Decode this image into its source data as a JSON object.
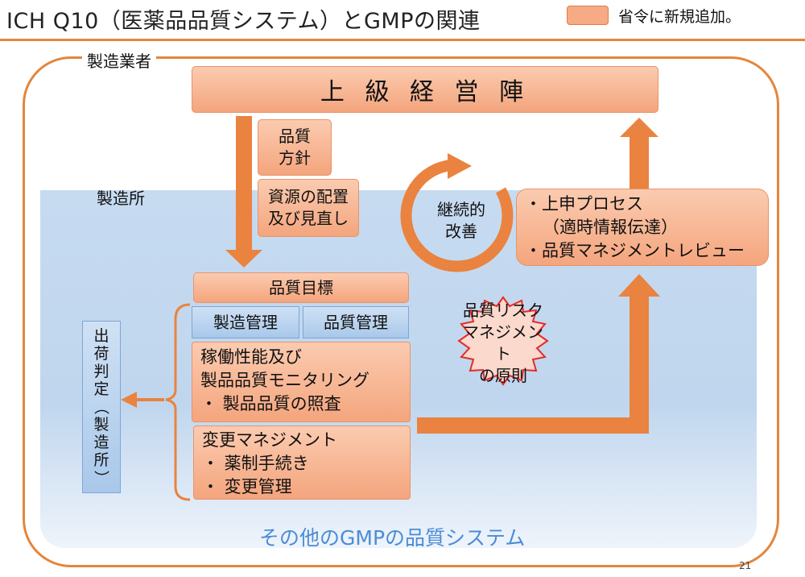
{
  "title": "ICH Q10（医薬品品質システム）とGMPの関連",
  "legend": {
    "label": "省令に新規追加。",
    "color": "#f6ab85"
  },
  "labels": {
    "manufacturer": "製造業者",
    "site": "製造所",
    "other_systems": "その他のGMPの品質システム"
  },
  "boxes": {
    "senior_management": "上 級 経 営 陣",
    "quality_policy": [
      "品質",
      "方針"
    ],
    "resources": [
      "資源の配置",
      "及び見直し"
    ],
    "continual_improvement": [
      "継続的",
      "改善"
    ],
    "escalation": [
      "・上申プロセス",
      "（適時情報伝達）",
      "・品質マネジメントレビュー"
    ],
    "quality_objectives": "品質目標",
    "manufacturing_mgmt": "製造管理",
    "quality_mgmt": "品質管理",
    "monitoring": [
      "稼働性能及び",
      "製品品質モニタリング",
      "・ 製品品質の照査"
    ],
    "change_mgmt": [
      "変更マネジメント",
      "・ 薬制手続き",
      "・ 変更管理"
    ],
    "risk_mgmt": [
      "品質リスク",
      "マネジメント",
      "の原則"
    ],
    "release": [
      "出",
      "荷",
      "判",
      "定",
      "（",
      "製",
      "造",
      "所",
      "）"
    ]
  },
  "colors": {
    "accent": "#e4863c",
    "orange_fill": "#f6ab85",
    "blue_fill": "#b7d0ec",
    "site_area": "#bcd3ec"
  },
  "page_number": "21"
}
